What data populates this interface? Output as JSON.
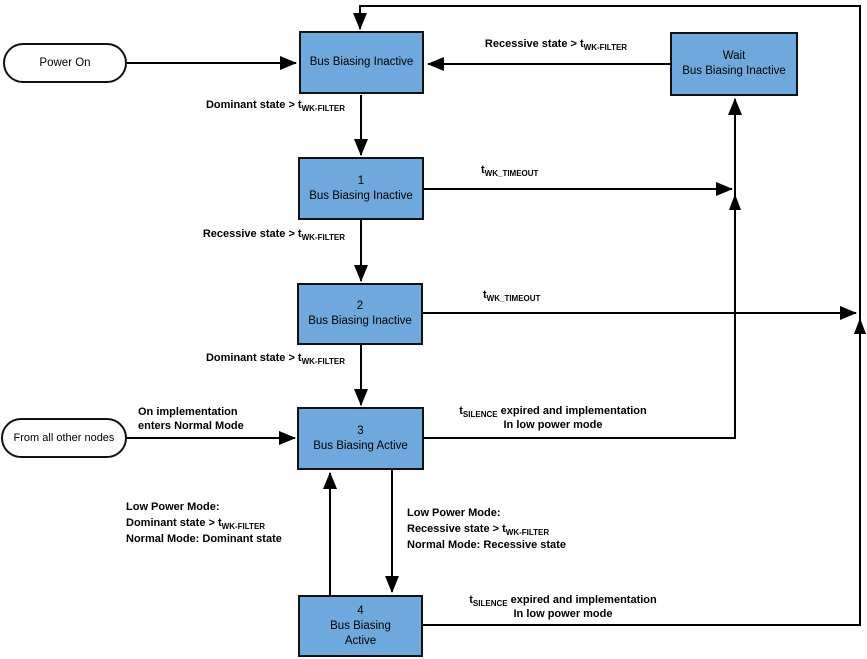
{
  "colors": {
    "node_fill": "#6FA8DC",
    "node_border": "#111111",
    "line": "#000000",
    "background": "#ffffff"
  },
  "nodes": {
    "power_on": {
      "label": "Power On"
    },
    "from_all_nodes": {
      "label": "From all other nodes"
    },
    "start": {
      "label": "Bus Biasing Inactive"
    },
    "wait": {
      "line1": "Wait",
      "line2": "Bus Biasing Inactive"
    },
    "s1": {
      "num": "1",
      "label": "Bus Biasing Inactive"
    },
    "s2": {
      "num": "2",
      "label": "Bus Biasing Inactive"
    },
    "s3": {
      "num": "3",
      "label": "Bus Biasing Active"
    },
    "s4": {
      "num": "4",
      "line1": "Bus Biasing",
      "line2": "Active"
    }
  },
  "labels": {
    "dominant_filter": {
      "pre": "Dominant state > t",
      "sub": "WK-FILTER"
    },
    "recessive_filter": {
      "pre": "Recessive state > t",
      "sub": "WK-FILTER"
    },
    "wk_timeout": {
      "pre": "t",
      "sub": "WK_TIMEOUT"
    },
    "silence": {
      "pre": "t",
      "sub": "SILENCE",
      "rest": " expired and implementation",
      "line2": "In low power mode"
    },
    "on_implementation": {
      "line1": "On implementation",
      "line2": "enters Normal Mode"
    },
    "low_power_dominant": {
      "line1": "Low Power Mode:",
      "line2_pre": "Dominant state > t",
      "line2_sub": "WK-FILTER",
      "line3": "Normal Mode: Dominant state"
    },
    "low_power_recessive": {
      "line1": "Low Power Mode:",
      "line2_pre": "Recessive state > t",
      "line2_sub": "WK-FILTER",
      "line3": "Normal Mode: Recessive state"
    }
  }
}
